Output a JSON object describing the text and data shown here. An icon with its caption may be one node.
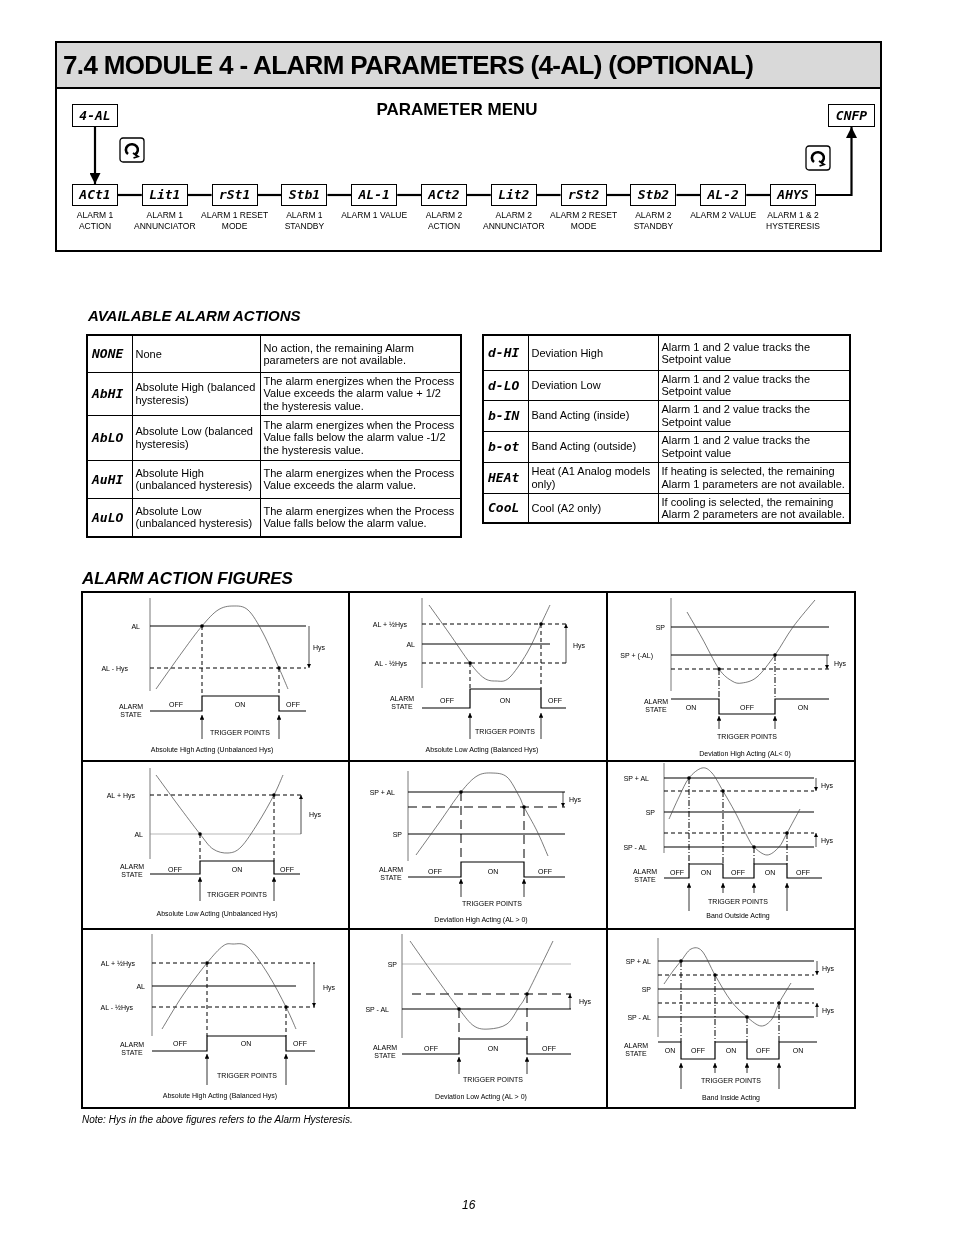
{
  "diagram": {
    "title": "7.4 MODULE 4 - ALARM PARAMETERS (4-AL) (OPTIONAL)",
    "nodes": [
      {
        "text": [
          "4-AL"
        ]
      },
      {
        "text": [
          "ACt1"
        ],
        "beside": [
          "ALARM 1 ACTION"
        ]
      },
      {
        "text": [
          "Lit1"
        ],
        "beside": [
          "ALARM 1 ANNUNCIATOR"
        ]
      },
      {
        "text": [
          "rSt1"
        ],
        "beside": [
          "ALARM 1 RESET MODE"
        ]
      },
      {
        "text": [
          "Stb1"
        ],
        "beside": [
          "ALARM 1 STANDBY"
        ]
      },
      {
        "text": [
          "AL-1"
        ],
        "beside": [
          "ALARM 1 VALUE"
        ]
      },
      {
        "text": [
          "ACt2"
        ],
        "beside": [
          "ALARM 2 ACTION"
        ]
      },
      {
        "text": [
          "Lit2"
        ],
        "beside": [
          "ALARM 2 ANNUNCIATOR"
        ]
      },
      {
        "text": [
          "rSt2"
        ],
        "beside": [
          "ALARM 2 RESET MODE"
        ]
      },
      {
        "text": [
          "Stb2"
        ],
        "beside": [
          "ALARM 2 STANDBY"
        ]
      },
      {
        "text": [
          "AL-2"
        ],
        "beside": [
          "ALARM 2 VALUE"
        ]
      },
      {
        "text": [
          "AHYS"
        ],
        "beside": [
          "ALARM 1 & 2 HYSTERESIS"
        ]
      },
      {
        "text": [
          "CNFP"
        ]
      }
    ],
    "edges": [
      {
        "from": 0,
        "to": 1,
        "arrow": "to"
      },
      {
        "from": 1,
        "to": 2,
        "arrow": "none"
      },
      {
        "from": 2,
        "to": 3,
        "arrow": "none"
      },
      {
        "from": 3,
        "to": 4,
        "arrow": "none"
      },
      {
        "from": 4,
        "to": 5,
        "arrow": "none"
      },
      {
        "from": 5,
        "to": 6,
        "arrow": "none"
      },
      {
        "from": 6,
        "to": 7,
        "arrow": "none"
      },
      {
        "from": 7,
        "to": 8,
        "arrow": "none"
      },
      {
        "from": 8,
        "to": 9,
        "arrow": "none"
      },
      {
        "from": 9,
        "to": 10,
        "arrow": "none"
      },
      {
        "from": 10,
        "to": 11,
        "arrow": "none"
      },
      {
        "from": 11,
        "to": 12,
        "arrow": "to"
      }
    ],
    "labels": [
      "PARAMETER MENU",
      "AVAILABLE ALARM ACTIONS",
      "NONE",
      "None",
      "No action, the remaining Alarm parameters are not available.",
      "AbHI",
      "Absolute High (balanced hysteresis)",
      "The alarm energizes when the Process Value exceeds the alarm value + 1/2 the hysteresis value.",
      "AbLO",
      "Absolute Low (balanced hysteresis)",
      "The alarm energizes when the Process Value falls below the alarm value -1/2 the hysteresis value.",
      "AuHI",
      "Absolute High (unbalanced hysteresis)",
      "The alarm energizes when the Process Value exceeds the alarm value.",
      "AuLO",
      "Absolute Low (unbalanced hysteresis)",
      "The alarm energizes when the Process Value falls below the alarm value.",
      "d-HI",
      "Deviation High",
      "Alarm 1 and 2 value tracks the Setpoint value",
      "d-LO",
      "Deviation Low",
      "Alarm 1 and 2 value tracks the Setpoint value",
      "b-IN",
      "Band Acting (inside)",
      "Alarm 1 and 2 value tracks the Setpoint value",
      "b-ot",
      "Band Acting (outside)",
      "Alarm 1 and 2 value tracks the Setpoint value",
      "HEAt",
      "Heat (A1 Analog models only)",
      "If heating is selected, the remaining Alarm 1 parameters are not available.",
      "CooL",
      "Cool (A2 only)",
      "If cooling is selected, the remaining Alarm 2 parameters are not available.",
      "ALARM ACTION FIGURES",
      "AL",
      "AL - Hys",
      "Hys",
      "ALARM STATE",
      "OFF",
      "ON",
      "OFF",
      "TRIGGER POINTS",
      "Absolute High Acting (Unbalanced Hys)",
      "AL + ½Hys",
      "AL",
      "AL - ½Hys",
      "Hys",
      "ALARM STATE",
      "OFF",
      "ON",
      "OFF",
      "TRIGGER POINTS",
      "Absolute Low Acting (Balanced Hys)",
      "SP",
      "SP + (-AL)",
      "Hys",
      "ALARM STATE",
      "ON",
      "OFF",
      "ON",
      "TRIGGER POINTS",
      "Deviation High Acting (AL< 0)",
      "AL + Hys",
      "AL",
      "Hys",
      "ALARM STATE",
      "OFF",
      "ON",
      "OFF",
      "TRIGGER POINTS",
      "Absolute Low Acting (Unbalanced Hys)",
      "SP + AL",
      "SP",
      "Hys",
      "ALARM STATE",
      "OFF",
      "ON",
      "OFF",
      "TRIGGER POINTS",
      "Deviation High Acting (AL > 0)",
      "SP + AL",
      "Hys",
      "SP",
      "SP - AL",
      "Hys",
      "ALARM STATE",
      "OFF",
      "ON",
      "OFF",
      "ON",
      "OFF",
      "TRIGGER POINTS",
      "Band Outside Acting",
      "AL + ½Hys",
      "AL",
      "AL - ½Hys",
      "Hys",
      "ALARM STATE",
      "OFF",
      "ON",
      "OFF",
      "TRIGGER POINTS",
      "Absolute High Acting (Balanced Hys)",
      "SP",
      "SP - AL",
      "Hys",
      "ALARM STATE",
      "OFF",
      "ON",
      "OFF",
      "TRIGGER POINTS",
      "Deviation Low Acting (AL > 0)",
      "SP + AL",
      "Hys",
      "SP",
      "SP - AL",
      "Hys",
      "ALARM STATE",
      "ON",
      "OFF",
      "ON",
      "OFF",
      "ON",
      "TRIGGER POINTS",
      "Band Inside Acting",
      "Note: Hys in the above figures refers to the Alarm Hysteresis.",
      "16"
    ]
  }
}
